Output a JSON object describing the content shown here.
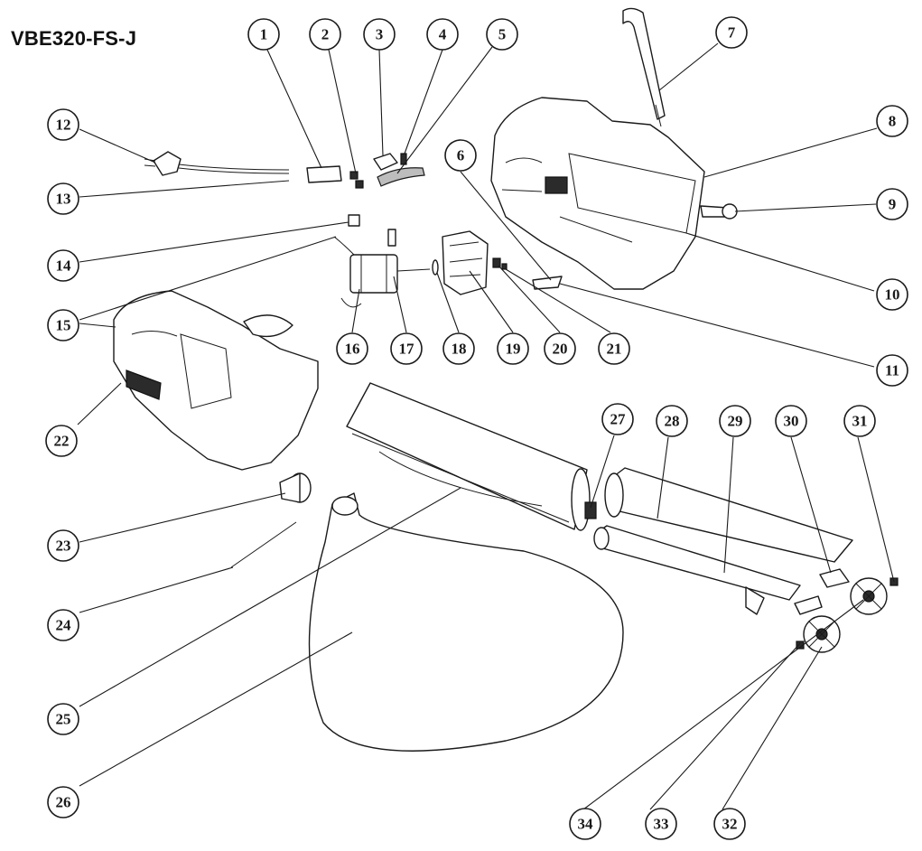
{
  "model": "VBE320-FS-J",
  "callouts": [
    "1",
    "2",
    "3",
    "4",
    "5",
    "6",
    "7",
    "8",
    "9",
    "10",
    "11",
    "12",
    "13",
    "14",
    "15",
    "16",
    "17",
    "18",
    "19",
    "20",
    "21",
    "22",
    "23",
    "24",
    "25",
    "26",
    "27",
    "28",
    "29",
    "30",
    "31",
    "32",
    "33",
    "34"
  ]
}
